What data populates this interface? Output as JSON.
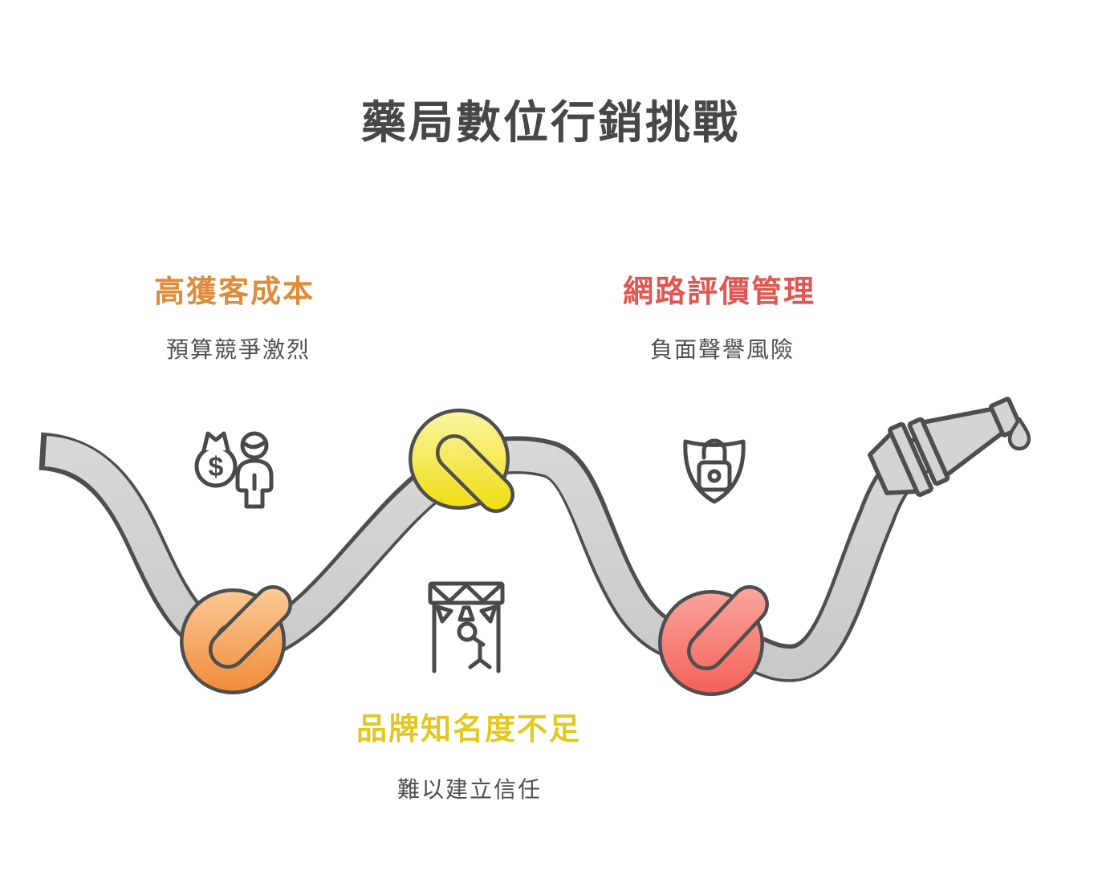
{
  "title": "藥局數位行銷挑戰",
  "title_color": "#474747",
  "description_color": "#4f4f4f",
  "challenges": [
    {
      "label": "高獲客成本",
      "description": "預算競爭激烈",
      "color": "#de8c3c",
      "icon": "money-bag-person-icon",
      "icon_symbol": "$",
      "knot_color_top": "#fcca96",
      "knot_color_bottom": "#f08a38",
      "position": "left"
    },
    {
      "label": "品牌知名度不足",
      "description": "難以建立信任",
      "color": "#e3c722",
      "icon": "stage-microphone-icon",
      "knot_color_top": "#fbf6a3",
      "knot_color_bottom": "#f0dd12",
      "position": "bottom-center"
    },
    {
      "label": "網路評價管理",
      "description": "負面聲譽風險",
      "color": "#e25550",
      "icon": "shield-lock-icon",
      "knot_color_top": "#fca49c",
      "knot_color_bottom": "#f26058",
      "position": "right"
    }
  ],
  "hose": {
    "fill": "#d2d2d2",
    "outline": "#4e4e4e",
    "left_end": "open-hose-end",
    "right_end": "nozzle-with-water-drop"
  },
  "icon_stroke_color": "#4a4a4a"
}
